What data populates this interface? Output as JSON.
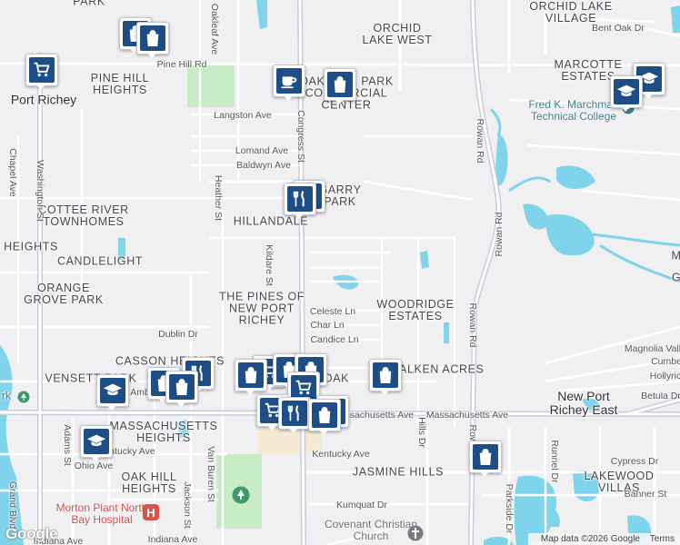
{
  "map": {
    "colors": {
      "background": "#f0eff2",
      "road": "#ffffff",
      "major_road": "#c8cdd6",
      "water": "#7fd3ea",
      "park": "#c7ecc4",
      "marker": "#1f4e86"
    },
    "cities": [
      {
        "name": "Port Richey"
      },
      {
        "name": "New Port Richey East"
      }
    ],
    "neighborhoods": [
      "ORCHID LAKE VILLAGE",
      "ORCHID LAKE WEST",
      "PINE HILL HEIGHTS",
      "OAKLAND PARK COMMERCIAL CENTER",
      "MARCOTTE ESTATES",
      "GARRY PARK",
      "COTTEE RIVER TOWNHOMES",
      "HILLANDALE",
      "HEIGHTS",
      "CANDLELIGHT",
      "ORANGE GROVE PARK",
      "THE PINES OF NEW PORT RICHEY",
      "WOODRIDGE ESTATES",
      "CASSON HEIGHTS",
      "VENSETT PARK",
      "OAK",
      "FALKEN ACRES",
      "MASSACHUSETTS HEIGHTS",
      "OAK HILL HEIGHTS",
      "JASMINE HILLS",
      "LAKEWOOD VILLAS",
      "PARK",
      "M",
      "G"
    ],
    "streets": [
      "Pine Hill Rd",
      "Oakleaf Ave",
      "Congress St",
      "Langston Ave",
      "Lomand Ave",
      "Baldwyn Ave",
      "Heather St",
      "Kildare St",
      "Washington St",
      "Chapel Ave",
      "Rowan Rd",
      "Bent Oak Dr",
      "Celeste Ln",
      "Char Ln",
      "Candice Ln",
      "Dublin Dr",
      "Massachusetts Ave",
      "Kentucky Ave",
      "Ohio Ave",
      "Adams St",
      "Van Buren St",
      "Jackson St",
      "Kumquat Dr",
      "Indiana Ave",
      "Grand Blvd",
      "Hills Dr",
      "Runnel Dr",
      "Parkside Dr",
      "Cypress Dr",
      "Banner St",
      "Magnolia Vall",
      "Cumbe",
      "Hollyric",
      "Betula Dr",
      "Amb",
      "Indiana Ave"
    ],
    "places": {
      "college": "Fred K. Marchman Technical College",
      "hospital": "Morton Plant North Bay Hospital",
      "church": "Covenant Christian Church",
      "park_letter": "rk"
    },
    "attribution": {
      "logo": "Google",
      "map_data": "Map data ©2026 Google",
      "terms": "Terms"
    }
  }
}
